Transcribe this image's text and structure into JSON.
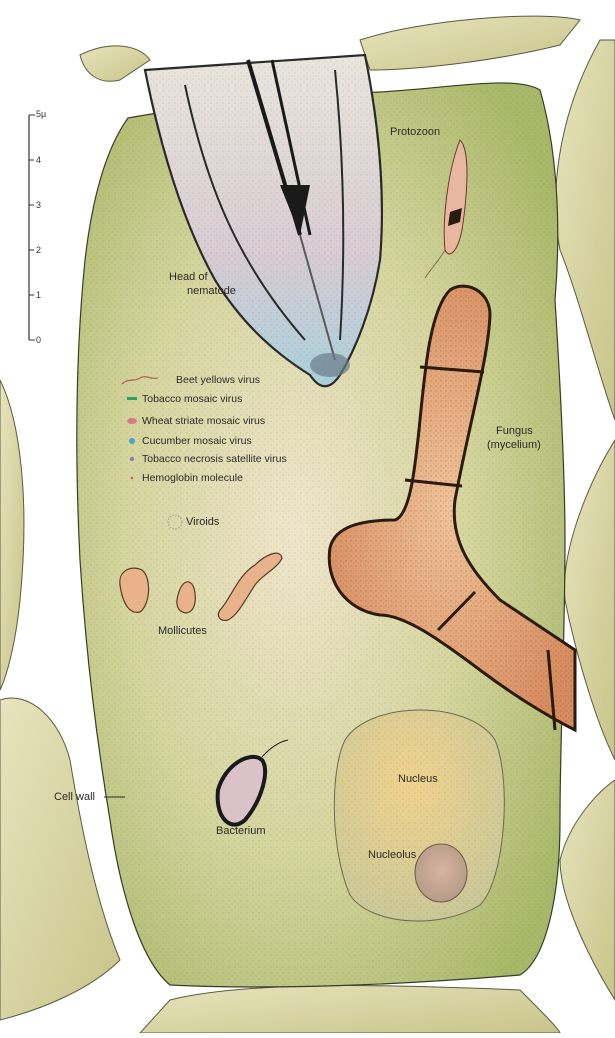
{
  "scale": {
    "unit_label": "5µ",
    "ticks": [
      "4",
      "3",
      "2",
      "1",
      "0"
    ]
  },
  "labels": {
    "protozoon": "Protozoon",
    "nematode_line1": "Head of",
    "nematode_line2": "nematode",
    "fungus_line1": "Fungus",
    "fungus_line2": "(mycelium)",
    "viroids": "Viroids",
    "mollicutes": "Mollicutes",
    "cell_wall": "Cell wall",
    "bacterium": "Bacterium",
    "nucleus": "Nucleus",
    "nucleolus": "Nucleolus"
  },
  "legend": [
    {
      "label": "Beet yellows virus",
      "color": "#b5645a",
      "icon": "thread"
    },
    {
      "label": "Tobacco mosaic virus",
      "color": "#2fa35a",
      "icon": "rod"
    },
    {
      "label": "Wheat striate mosaic virus",
      "color": "#d97a8a",
      "icon": "bullet"
    },
    {
      "label": "Cucumber mosaic virus",
      "color": "#4aa3c8",
      "icon": "sphere"
    },
    {
      "label": "Tobacco necrosis satellite virus",
      "color": "#8a7ab8",
      "icon": "small-sphere"
    },
    {
      "label": "Hemoglobin molecule",
      "color": "#c8605a",
      "icon": "dot"
    }
  ],
  "colors": {
    "cytoplasm": "#c9cf8f",
    "cell_wall": "#ffffff",
    "neighbor_cell": "#d9d6a4",
    "fungus": "#e8a878",
    "nucleus": "#e6d79c",
    "nematode": "#c9d9d6"
  }
}
